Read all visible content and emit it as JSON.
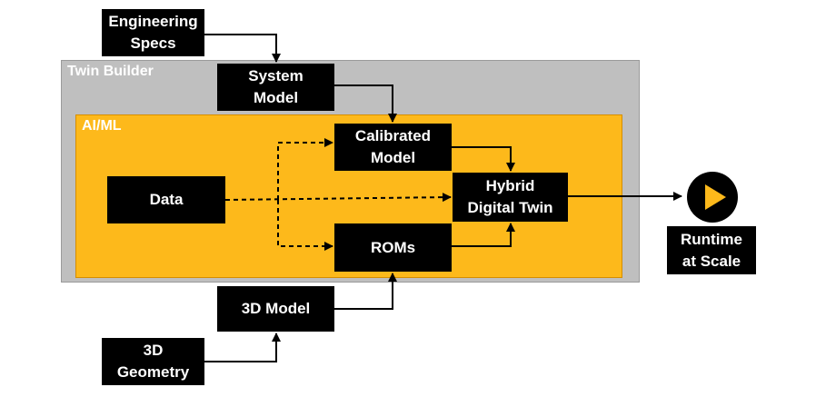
{
  "regions": {
    "twin_builder": "Twin Builder",
    "ai_ml": "AI/ML"
  },
  "nodes": {
    "engineering_specs": "Engineering\nSpecs",
    "system_model": "System\nModel",
    "calibrated_model": "Calibrated\nModel",
    "data": "Data",
    "hybrid_digital_twin": "Hybrid\nDigital Twin",
    "roms": "ROMs",
    "model_3d": "3D Model",
    "geometry_3d": "3D\nGeometry",
    "runtime_at_scale": "Runtime\nat Scale"
  },
  "colors": {
    "twin_builder_fill": "#bfbfbf",
    "ai_ml_fill": "#fdb91b",
    "node_fill": "#000000",
    "node_text": "#ffffff",
    "play_icon": "#fdb91b"
  },
  "icons": {
    "runtime": "play-icon"
  }
}
